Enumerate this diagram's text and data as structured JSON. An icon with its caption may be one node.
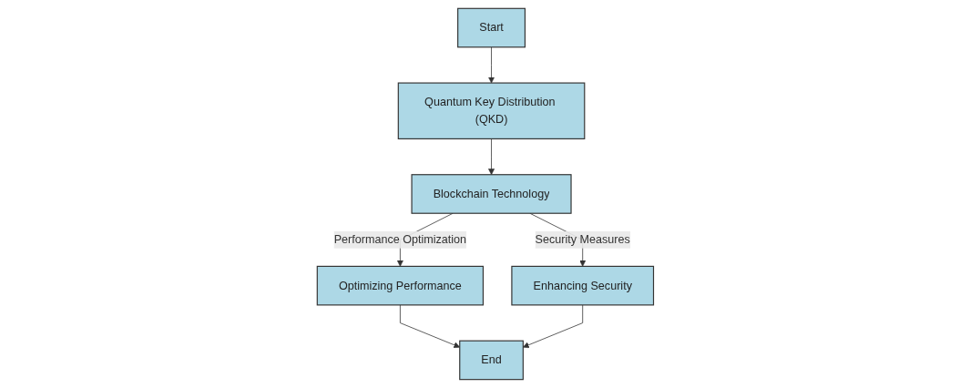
{
  "diagram": {
    "nodes": [
      {
        "text": [
          "Start"
        ]
      },
      {
        "text": [
          "Quantum Key Distribution (QKD)"
        ]
      },
      {
        "text": [
          "Blockchain Technology"
        ]
      },
      {
        "text": [
          "Optimizing Performance"
        ]
      },
      {
        "text": [
          "Enhancing Security"
        ]
      },
      {
        "text": [
          "End"
        ]
      }
    ],
    "edges": [
      {
        "from": 0,
        "to": 1,
        "arrow": "to"
      },
      {
        "from": 1,
        "to": 2,
        "arrow": "to"
      },
      {
        "from": 2,
        "to": 3,
        "label": "Performance Optimization",
        "arrow": "to"
      },
      {
        "from": 2,
        "to": 4,
        "label": "Security Measures",
        "arrow": "to"
      },
      {
        "from": 3,
        "to": 5,
        "arrow": "to"
      },
      {
        "from": 4,
        "to": 5,
        "arrow": "to"
      }
    ]
  }
}
